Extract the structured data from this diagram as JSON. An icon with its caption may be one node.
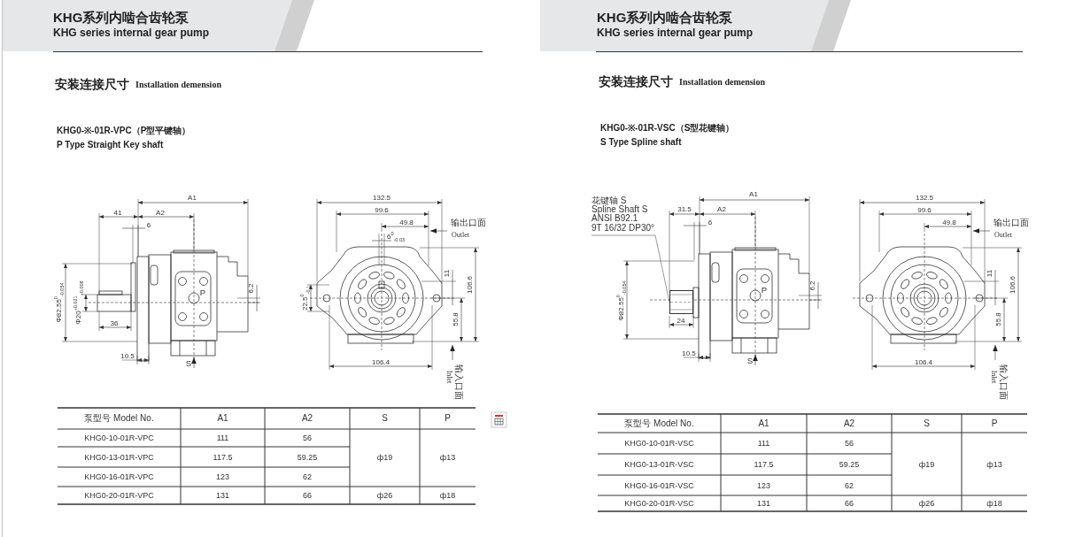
{
  "diagram": {
    "nodes": [
      {
        "text": [
          "花键轴 S",
          "Spline Shaft S",
          "ANSI B92.1",
          "9T 16/32 DP30°"
        ]
      },
      {
        "text": [],
        "shape": "box"
      }
    ],
    "edges": [
      {
        "from": 0,
        "to": 1,
        "arrow": "none"
      }
    ],
    "labels": [
      "KHG系列内啮合齿轮泵",
      "KHG series internal gear pump",
      "安装连接尺寸",
      "Installation demension",
      "KHG0-※-01R-VPC（P型平键轴）",
      "P Type Straight Key shaft",
      "A1",
      "41",
      "A2",
      "6",
      "Φ82.55$^{0}$$_{-0.054}$",
      "Φ20$^{+0.021}$$_{+0.008}$",
      "P",
      "6.2",
      "36",
      "10.5",
      "S",
      "132.5",
      "99.6",
      "49.8",
      "6$^{0}$$_{-0.03}$",
      "输出口面",
      "Outlet",
      "22.5$^{0}$$_{-0.1}$",
      "11",
      "106.6",
      "55.8",
      "106.4",
      "输入口面",
      "Inlet",
      "泵型号  Model No.",
      "A1",
      "A2",
      "S",
      "P",
      "KHG0-10-01R-VPC",
      "111",
      "56",
      "KHG0-13-01R-VPC",
      "117.5",
      "59.25",
      "ф19",
      "ф13",
      "KHG0-16-01R-VPC",
      "123",
      "62",
      "KHG0-20-01R-VPC",
      "131",
      "66",
      "ф26",
      "ф18",
      "KHG系列内啮合齿轮泵",
      "KHG series internal gear pump",
      "安装连接尺寸",
      "Installation demension",
      "KHG0-※-01R-VSC（S型花键轴）",
      "S Type Spline shaft",
      "A1",
      "31.5",
      "A2",
      "6",
      "Φ82.55$^{0}$$_{-0.054}$",
      "P",
      "6.2",
      "24",
      "10.5",
      "S",
      "132.5",
      "99.6",
      "49.8",
      "输出口面",
      "Outlet",
      "11",
      "106.6",
      "55.8",
      "106.4",
      "输入口面",
      "Inlet",
      "泵型号  Model No.",
      "A1",
      "A2",
      "S",
      "P",
      "KHG0-10-01R-VSC",
      "111",
      "56",
      "KHG0-13-01R-VSC",
      "117.5",
      "59.25",
      "ф19",
      "ф13",
      "KHG0-16-01R-VSC",
      "123",
      "62",
      "KHG0-20-01R-VSC",
      "131",
      "66",
      "ф26",
      "ф18"
    ]
  }
}
